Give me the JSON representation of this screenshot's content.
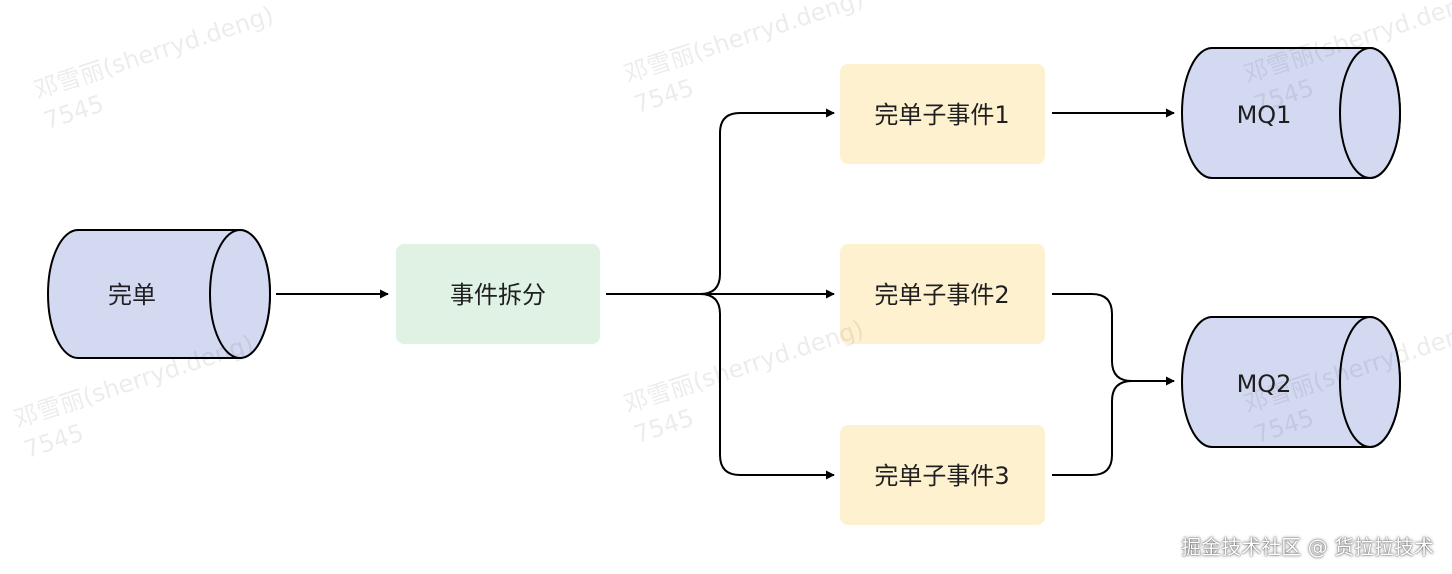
{
  "nodes": {
    "order_done": "完单",
    "event_split": "事件拆分",
    "sub_event_1": "完单子事件1",
    "sub_event_2": "完单子事件2",
    "sub_event_3": "完单子事件3",
    "mq1": "MQ1",
    "mq2": "MQ2"
  },
  "watermark": "邓雪丽(sherryd.deng) 7545",
  "footer": "掘金技术社区 @ 货拉拉技术",
  "colors": {
    "cylinder_fill": "#d4d9f2",
    "split_fill": "#dff2e4",
    "sub_event_fill": "#fdf1d0",
    "stroke": "#000000"
  }
}
